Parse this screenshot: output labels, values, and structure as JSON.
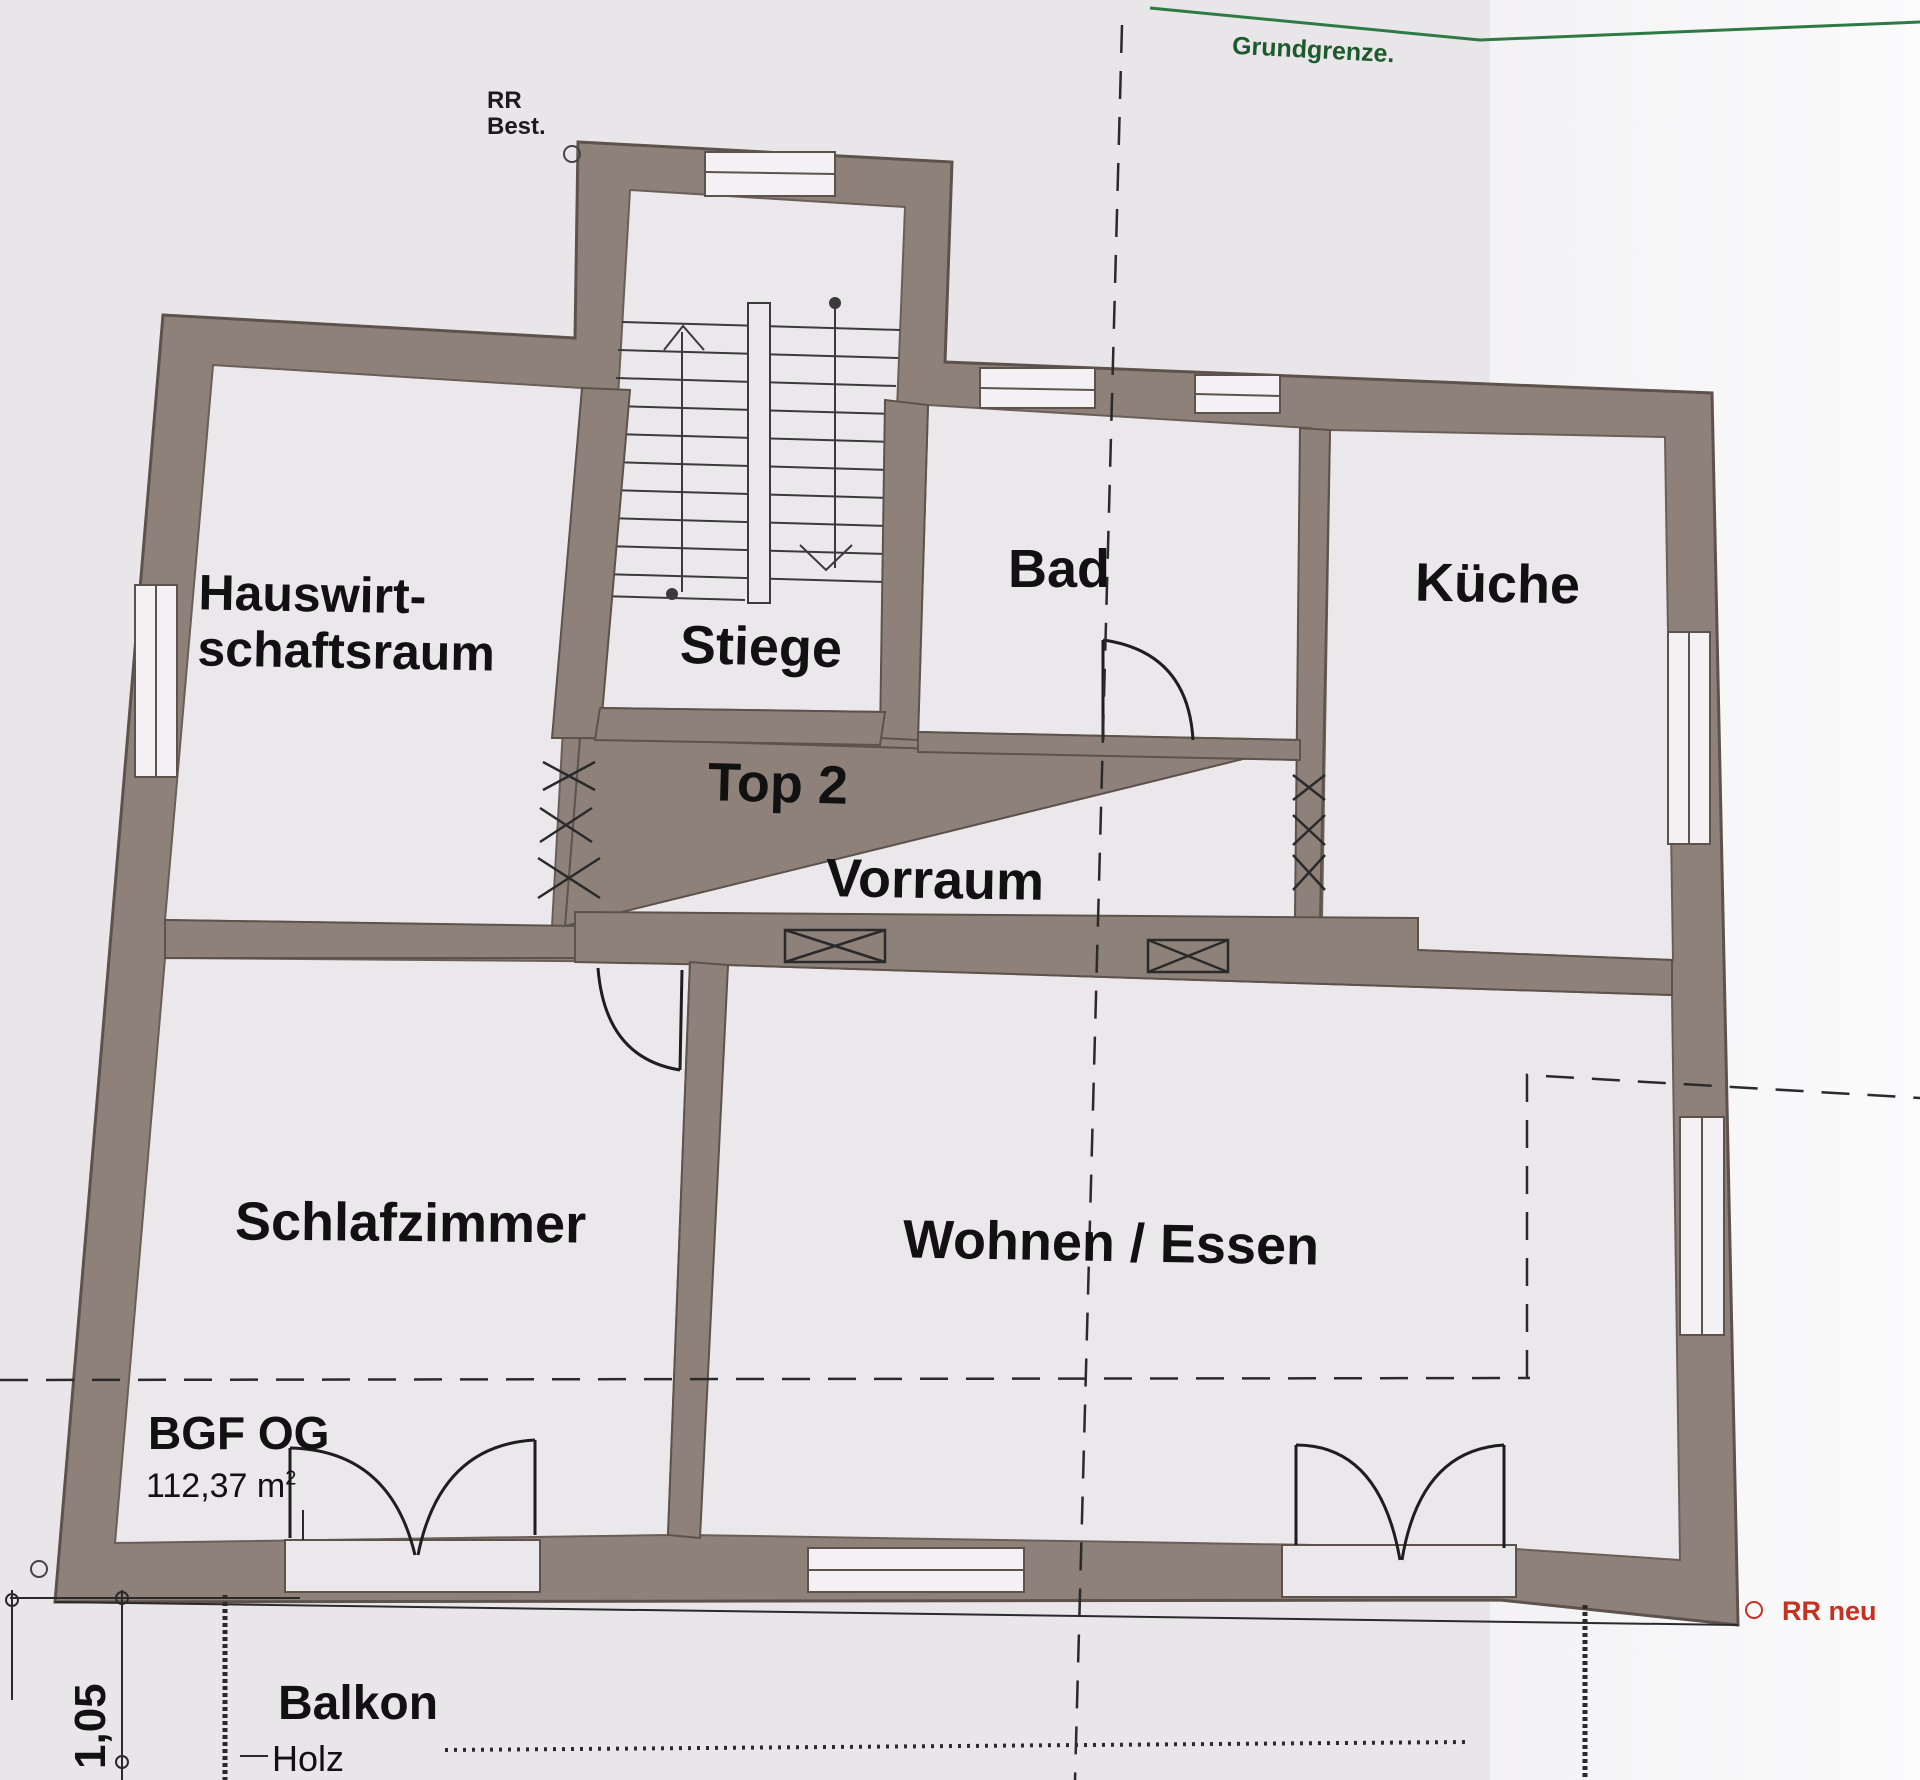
{
  "plan": {
    "rooms": {
      "hauswirtschaftsraum": "Hauswirt-\nschaftsraum",
      "stiege": "Stiege",
      "bad": "Bad",
      "kueche": "Küche",
      "top": "Top 2",
      "vorraum": "Vorraum",
      "schlafzimmer": "Schlafzimmer",
      "wohnen": "Wohnen / Essen",
      "balkon": "Balkon",
      "balkon_material": "Holz"
    },
    "annotations": {
      "grundgrenze": "Grundgrenze.",
      "rr_best": "RR\nBest.",
      "rr_neu": "RR neu",
      "bgf_title": "BGF OG",
      "bgf_value": "112,37 m",
      "bgf_unit_sup": "2",
      "dimension": "1,05"
    },
    "colors": {
      "wall": "#8e817a",
      "wall_edge": "#5d524c",
      "floor": "#ebe8eb",
      "paper": "#e9e6e9",
      "grundgrenze_line": "#2e7a44",
      "rr_neu": "#c8301f",
      "ink": "#111111"
    }
  }
}
